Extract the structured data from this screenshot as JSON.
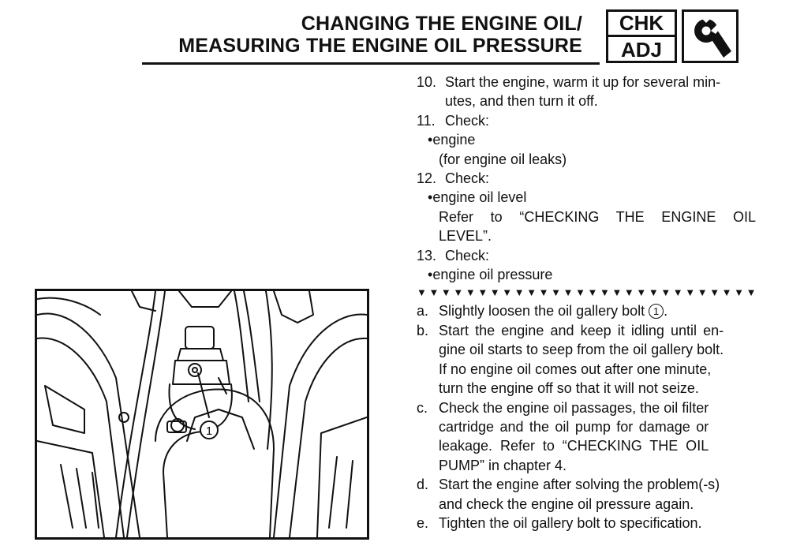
{
  "header": {
    "title_line1": "CHANGING THE ENGINE OIL/",
    "title_line2": "MEASURING THE ENGINE OIL PRESSURE",
    "badge_top": "CHK",
    "badge_bottom": "ADJ",
    "badge_icon": "wrench-icon"
  },
  "steps": {
    "s10_num": "10.",
    "s10_text": "Start the engine, warm it up for several min-",
    "s10_cont": "utes, and then turn it off.",
    "s11_num": "11.",
    "s11_text": "Check:",
    "s11_bullet": "engine",
    "s11_sub": "(for engine oil leaks)",
    "s12_num": "12.",
    "s12_text": "Check:",
    "s12_bullet": "engine oil level",
    "s12_sub1": "Refer to “CHECKING THE ENGINE OIL",
    "s12_sub2": "LEVEL”.",
    "s13_num": "13.",
    "s13_text": "Check:",
    "s13_bullet": "engine oil pressure"
  },
  "divider": "▼▼▼▼▼▼▼▼▼▼▼▼▼▼▼▼▼▼▼▼▼▼▼▼▼▼▼▼▼▼▼▼▼▼▼▼",
  "substeps": {
    "a_letter": "a.",
    "a_text": "Slightly loosen the oil gallery bolt",
    "a_callout": "1",
    "a_end": ".",
    "b_letter": "b.",
    "b_l1": "Start the engine and keep it idling until en-",
    "b_l2": "gine oil starts to seep from the oil gallery bolt.",
    "b_l3": "If no engine oil comes out after one minute,",
    "b_l4": "turn the engine off so that it will not seize.",
    "c_letter": "c.",
    "c_l1": "Check the engine oil passages, the oil filter",
    "c_l2": "cartridge and the oil pump for damage or",
    "c_l3": "leakage. Refer to “CHECKING THE OIL",
    "c_l4": "PUMP” in chapter 4.",
    "d_letter": "d.",
    "d_l1": "Start the engine after solving the problem(-s)",
    "d_l2": "and check the engine oil pressure again.",
    "e_letter": "e.",
    "e_l1": "Tighten the oil gallery bolt to specification."
  },
  "figure": {
    "callout": "1"
  }
}
